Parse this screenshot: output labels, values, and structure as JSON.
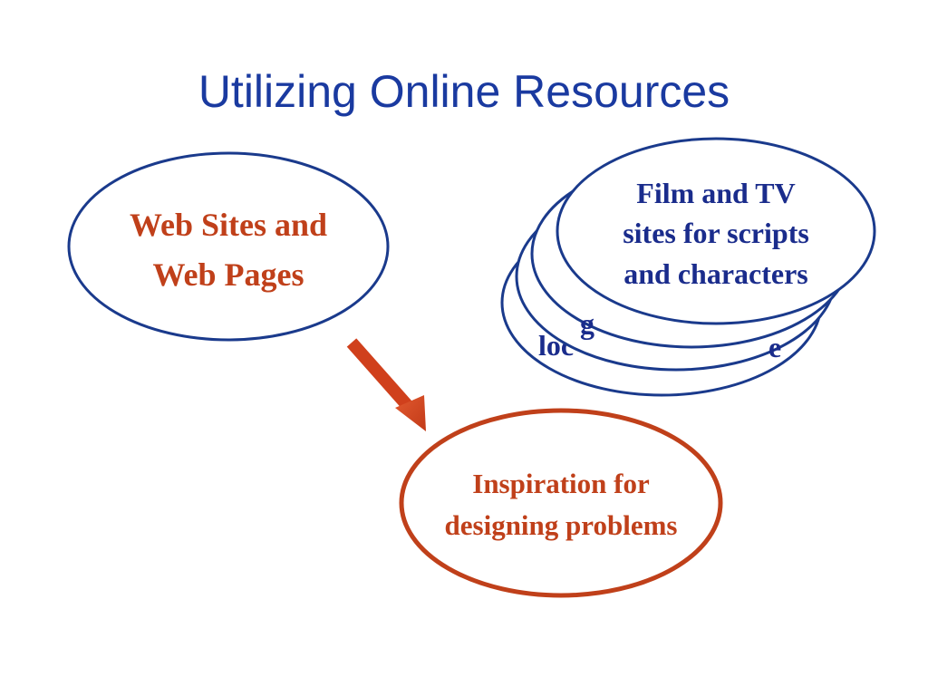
{
  "slide": {
    "title": "Utilizing Online Resources"
  },
  "source_bubble": {
    "line1": "Web Sites and",
    "line2": "Web Pages"
  },
  "stack_bubbles": {
    "back_partial_1": "loc",
    "back_partial_2": "g",
    "back_partial_3": "e",
    "front_line1": "Film and TV",
    "front_line2": "sites for scripts",
    "front_line3": "and characters"
  },
  "target_bubble": {
    "line1": "Inspiration for",
    "line2": "designing problems"
  },
  "colors": {
    "title": "#1a3aa0",
    "blue_outline": "#1a3a8c",
    "blue_text": "#1a2c8c",
    "red": "#c0401a",
    "arrow": "#d0401c"
  },
  "icons": {
    "connector": "arrow-down-right-icon"
  }
}
